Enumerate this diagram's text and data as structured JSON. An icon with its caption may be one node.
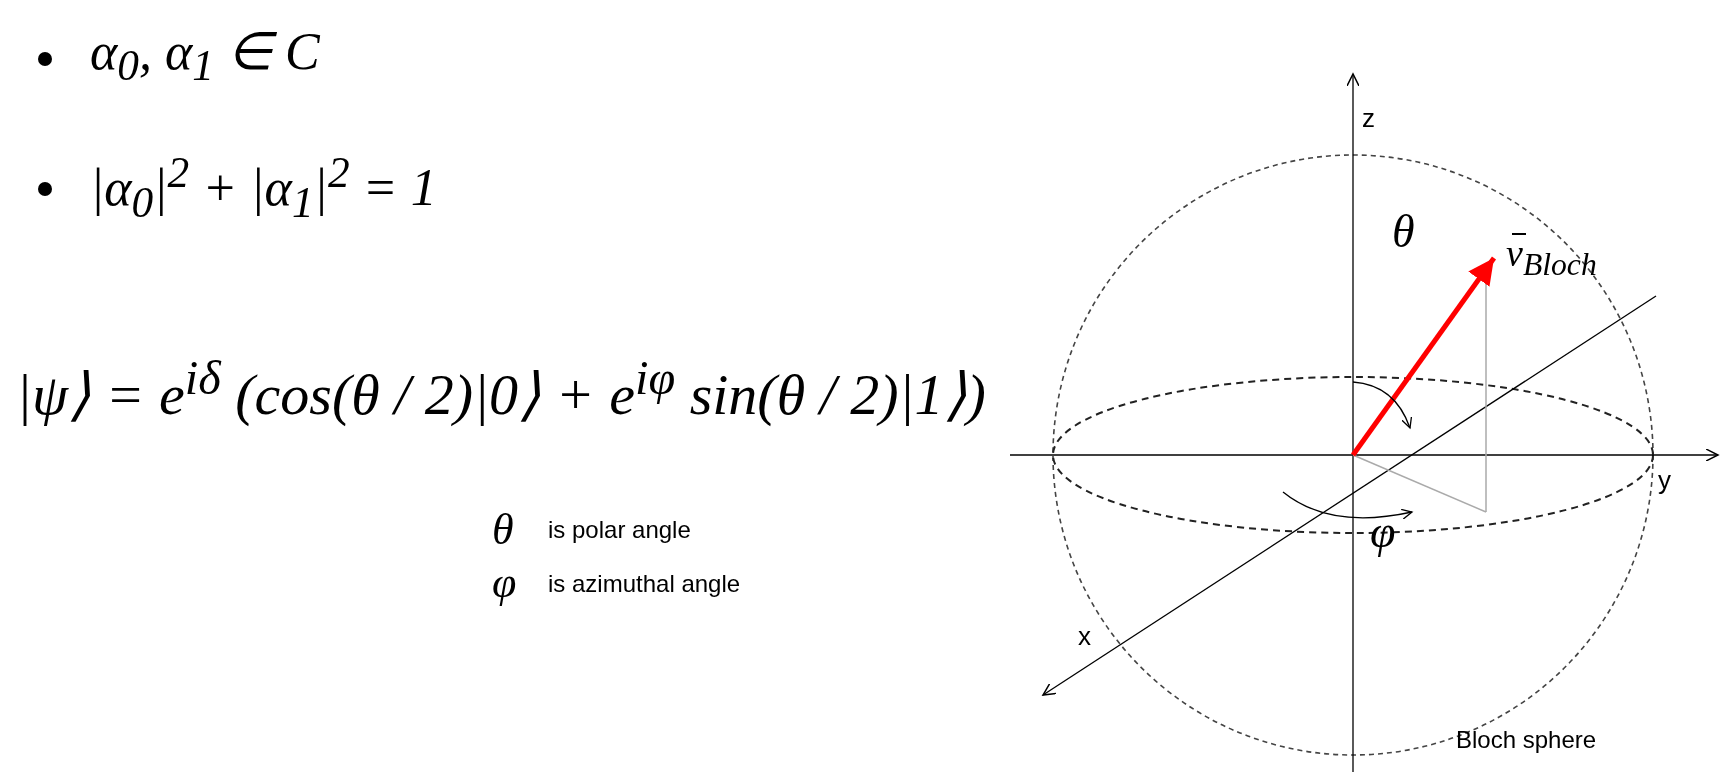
{
  "diagram": {
    "labels": [
      "α$_{0}$, α$_{1}$ ∈ C",
      "|α$_{0}$|$^{2}$ + |α$_{1}$|$^{2}$ = 1",
      "|ψ⟩ = e$^{iδ}$ (cos(θ / 2)|0⟩ + e$^{iφ}$ sin(θ / 2)|1⟩)",
      "θ",
      "is polar angle",
      "φ",
      "is azimuthal angle",
      "z",
      "θ",
      "v$_{Bloch}$",
      "y",
      "φ",
      "x",
      "Bloch sphere"
    ]
  }
}
